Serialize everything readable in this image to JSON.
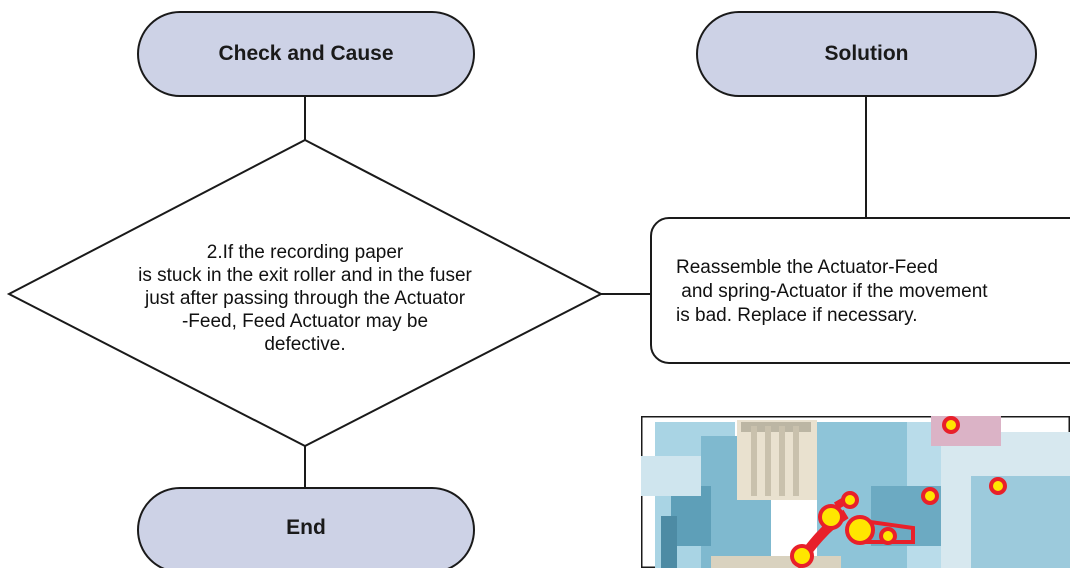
{
  "nodes": {
    "check_and_cause": "Check and Cause",
    "solution": "Solution",
    "end": "End"
  },
  "condition": {
    "lines": [
      "2.If the recording paper",
      "is stuck in the exit roller and in the fuser",
      "just after passing through the Actuator",
      "-Feed, Feed Actuator may be",
      "defective."
    ]
  },
  "solution_box": {
    "lines": [
      "Reassemble the Actuator-Feed",
      " and spring-Actuator if the movement",
      "is bad. Replace if necessary."
    ]
  },
  "photo": {
    "description_icon": "printer-mechanism-photo",
    "highlight_color": "#e8202a",
    "marker_fill": "#ffe600"
  },
  "colors": {
    "node_fill": "#cdd2e6",
    "stroke": "#1a1a1a"
  }
}
